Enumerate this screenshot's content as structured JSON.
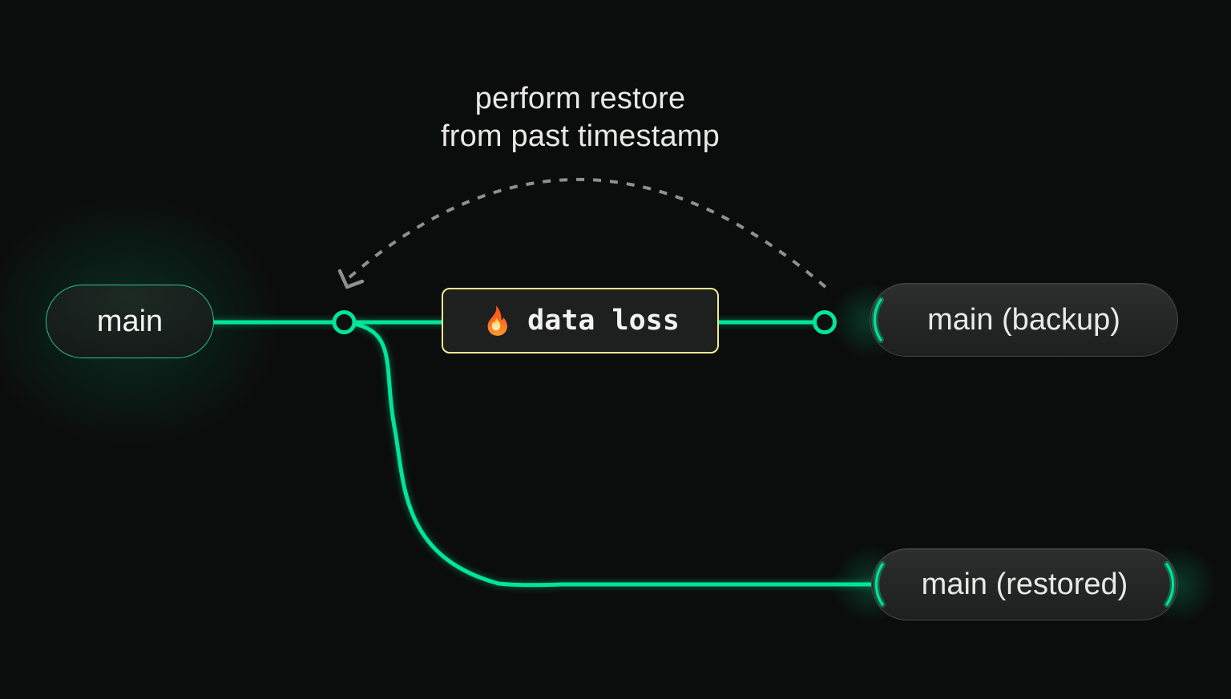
{
  "caption": {
    "line1": "perform restore",
    "line2": "from past timestamp"
  },
  "branches": {
    "main": {
      "label": "main"
    },
    "backup": {
      "label": "main (backup)"
    },
    "restored": {
      "label": "main (restored)"
    }
  },
  "event_box": {
    "label": "data loss",
    "icon": "fire-icon"
  },
  "colors": {
    "background": "#0b0d0c",
    "branch_green": "#00e599",
    "event_border_yellow": "#f0ea8e",
    "dashed_arrow_gray": "#8f8f8f",
    "node_text": "#e9e9e7"
  }
}
